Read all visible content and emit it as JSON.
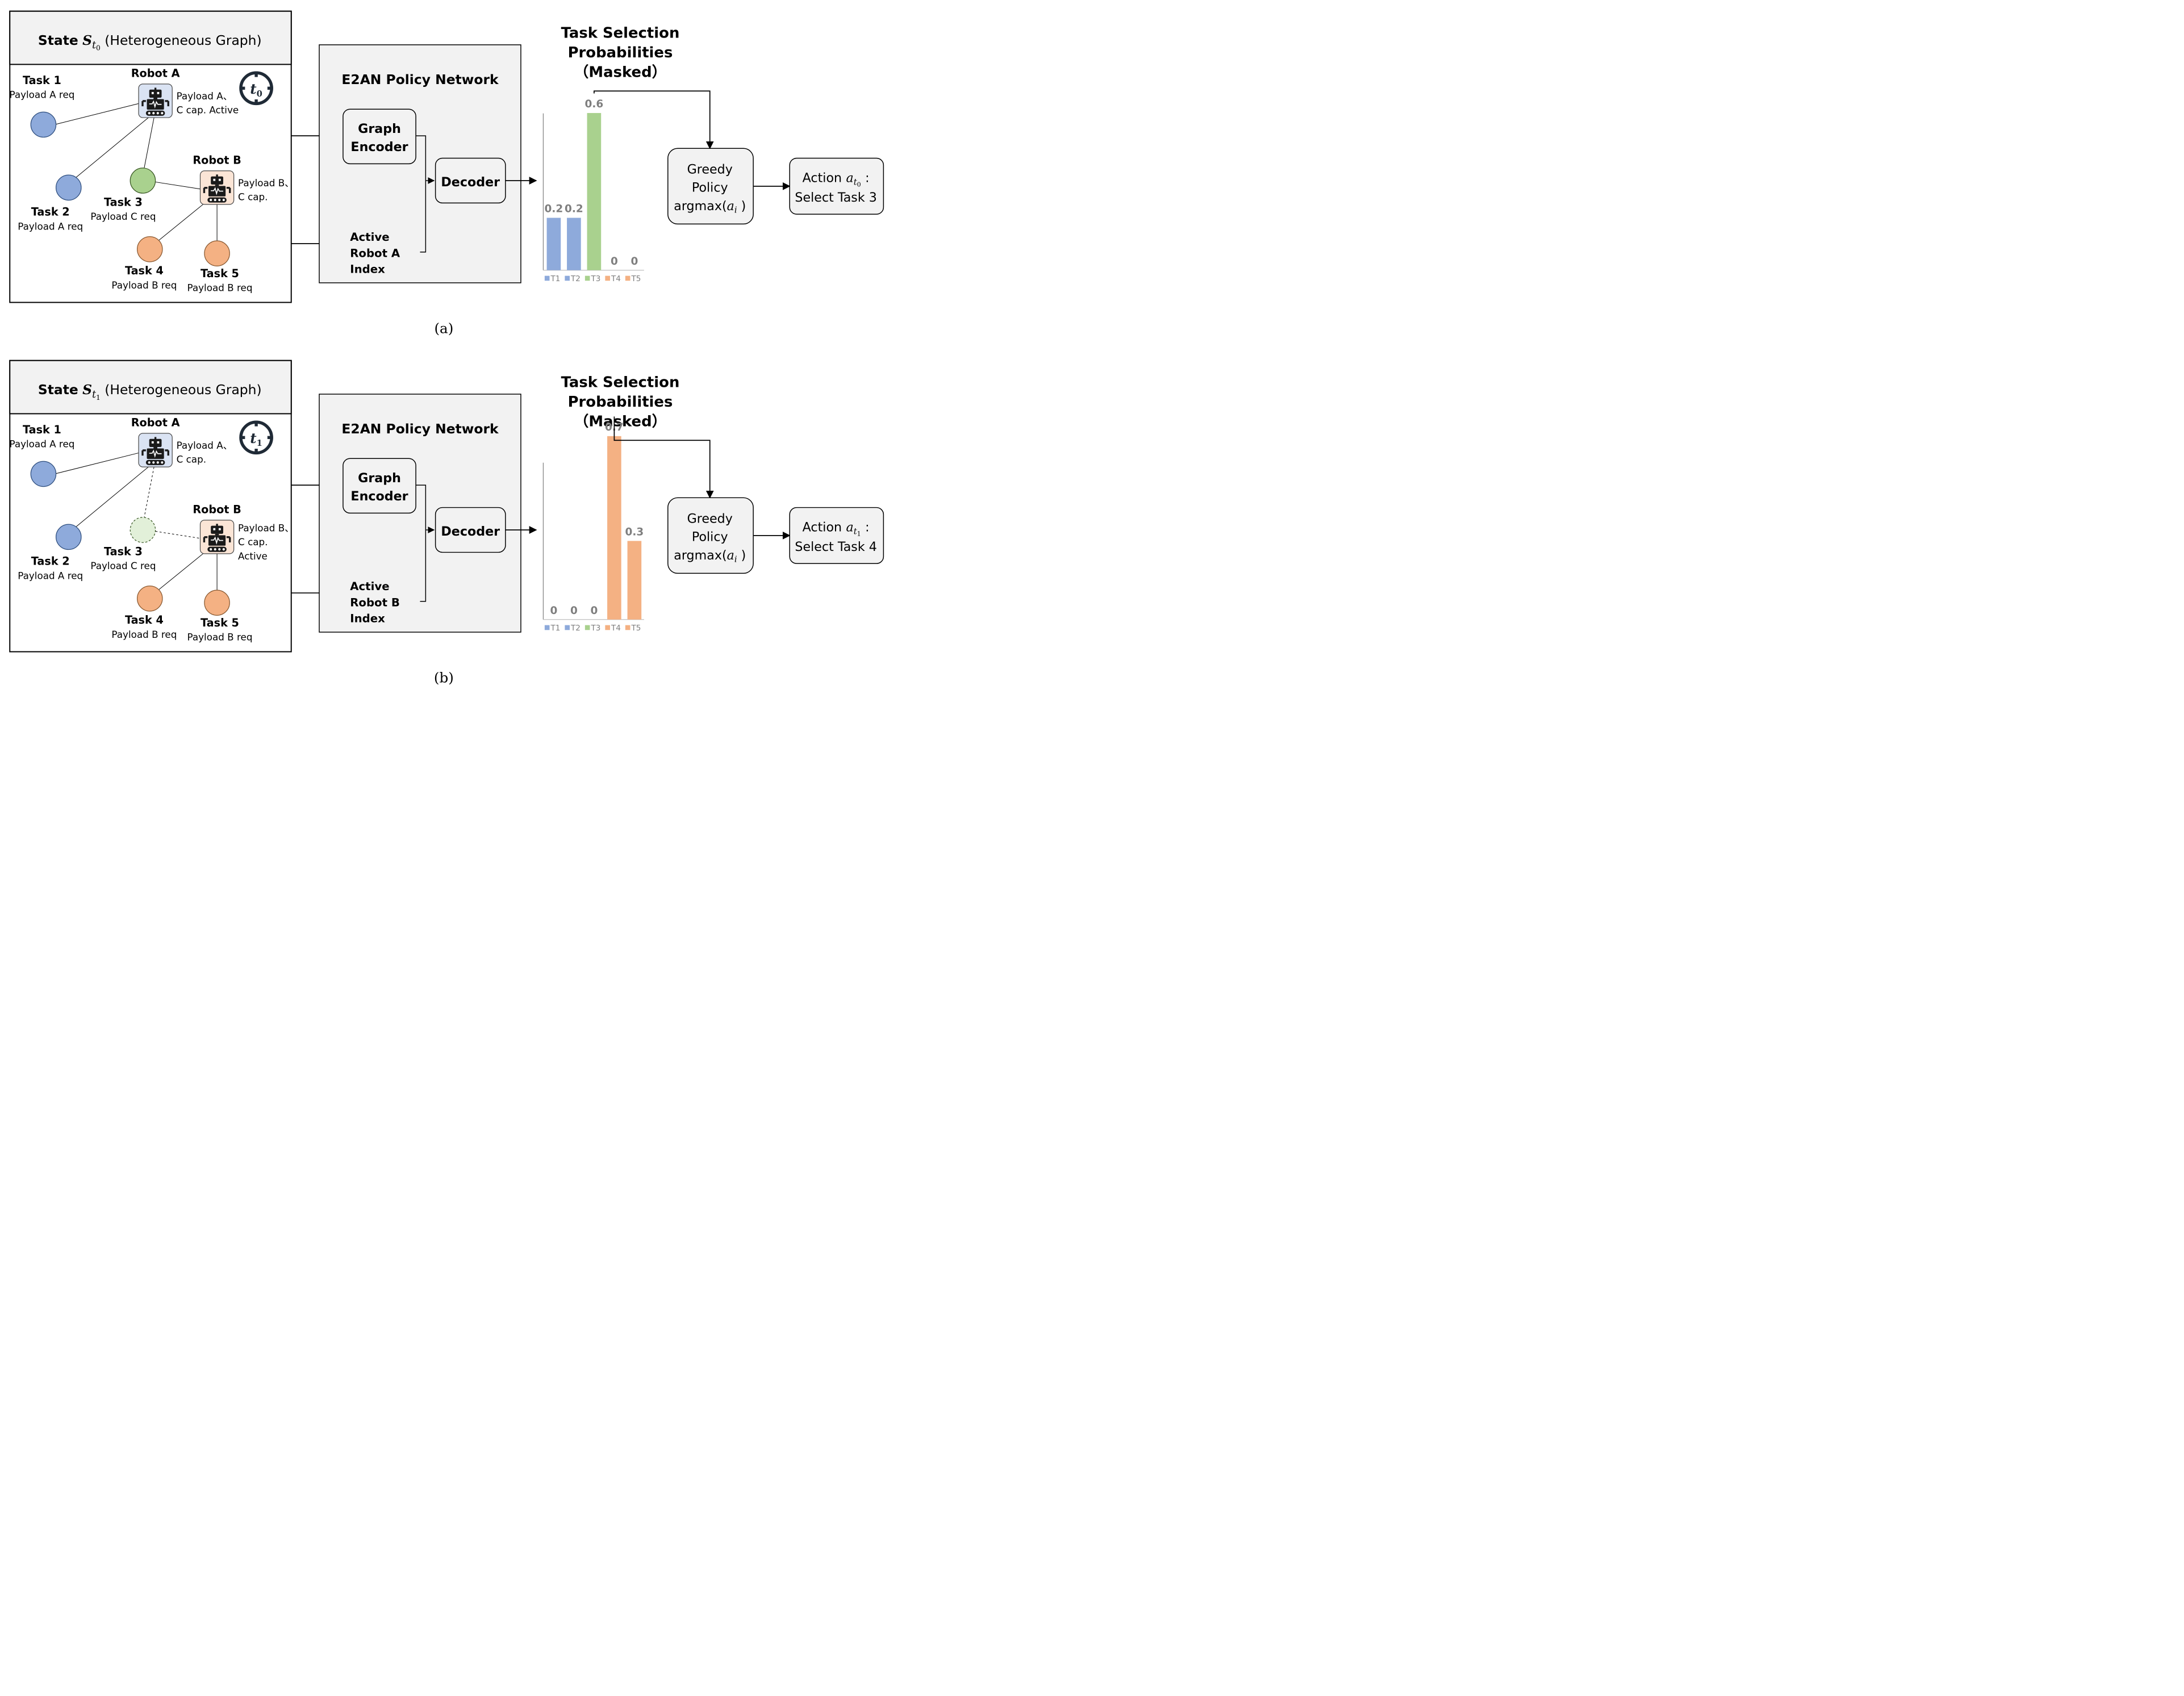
{
  "panels": [
    {
      "caption": "(a)",
      "state_header": {
        "prefix": "State",
        "symbol": "S",
        "sub": "t",
        "subsub": "0",
        "suffix": "(Heterogeneous Graph)"
      },
      "clock_label": {
        "symbol": "t",
        "sub": "0"
      },
      "robot_a": {
        "name": "Robot A",
        "caps": [
          "Payload A、",
          "C cap. Active"
        ]
      },
      "robot_b": {
        "name": "Robot B",
        "caps": [
          "Payload B、",
          "C cap."
        ]
      },
      "tasks": [
        {
          "name": "Task 1",
          "req": "Payload A req",
          "color": "#8eaadb"
        },
        {
          "name": "Task 2",
          "req": "Payload A req",
          "color": "#8eaadb"
        },
        {
          "name": "Task 3",
          "req": "Payload C req",
          "color": "#a9d18e"
        },
        {
          "name": "Task 4",
          "req": "Payload B req",
          "color": "#f4b183"
        },
        {
          "name": "Task 5",
          "req": "Payload B req",
          "color": "#f4b183"
        }
      ],
      "task3_masked": false,
      "policy": {
        "title": "E2AN Policy Network",
        "graph_encoder": [
          "Graph",
          "Encoder"
        ],
        "decoder": "Decoder",
        "active_index": [
          "Active",
          "Robot A",
          "Index"
        ]
      },
      "probs_title": [
        "Task Selection",
        "Probabilities",
        "（Masked）"
      ],
      "chart_data": {
        "type": "bar",
        "categories": [
          "T1",
          "T2",
          "T3",
          "T4",
          "T5"
        ],
        "values": [
          0.2,
          0.2,
          0.6,
          0,
          0
        ],
        "value_labels": [
          "0.2",
          "0.2",
          "0.6",
          "0",
          "0"
        ],
        "colors": [
          "#8eaadb",
          "#8eaadb",
          "#a9d18e",
          "#f4b183",
          "#f4b183"
        ],
        "ylim": [
          0,
          0.7
        ]
      },
      "greedy": [
        "Greedy",
        "Policy",
        "argmax(",
        "a",
        "i",
        " )"
      ],
      "action": {
        "word": "Action",
        "symbol": "a",
        "sub": "t",
        "subsub": "0",
        "colon": ":",
        "line2": "Select Task 3"
      }
    },
    {
      "caption": "(b)",
      "state_header": {
        "prefix": "State",
        "symbol": "S",
        "sub": "t",
        "subsub": "1",
        "suffix": "(Heterogeneous Graph)"
      },
      "clock_label": {
        "symbol": "t",
        "sub": "1"
      },
      "robot_a": {
        "name": "Robot A",
        "caps": [
          "Payload A、",
          "C cap."
        ]
      },
      "robot_b": {
        "name": "Robot B",
        "caps": [
          "Payload B、",
          "C cap.",
          "Active"
        ]
      },
      "tasks": [
        {
          "name": "Task 1",
          "req": "Payload A req",
          "color": "#8eaadb"
        },
        {
          "name": "Task 2",
          "req": "Payload A req",
          "color": "#8eaadb"
        },
        {
          "name": "Task 3",
          "req": "Payload C req",
          "color": "#e2f0d9"
        },
        {
          "name": "Task 4",
          "req": "Payload B req",
          "color": "#f4b183"
        },
        {
          "name": "Task 5",
          "req": "Payload B req",
          "color": "#f4b183"
        }
      ],
      "task3_masked": true,
      "policy": {
        "title": "E2AN Policy Network",
        "graph_encoder": [
          "Graph",
          "Encoder"
        ],
        "decoder": "Decoder",
        "active_index": [
          "Active",
          "Robot B",
          "Index"
        ]
      },
      "probs_title": [
        "Task Selection",
        "Probabilities",
        "（Masked）"
      ],
      "chart_data": {
        "type": "bar",
        "categories": [
          "T1",
          "T2",
          "T3",
          "T4",
          "T5"
        ],
        "values": [
          0,
          0,
          0,
          0.7,
          0.3
        ],
        "value_labels": [
          "0",
          "0",
          "0",
          "0.7",
          "0.3"
        ],
        "colors": [
          "#8eaadb",
          "#8eaadb",
          "#a9d18e",
          "#f4b183",
          "#f4b183"
        ],
        "ylim": [
          0,
          0.7
        ]
      },
      "greedy": [
        "Greedy",
        "Policy",
        "argmax(",
        "a",
        "i",
        " )"
      ],
      "action": {
        "word": "Action",
        "symbol": "a",
        "sub": "t",
        "subsub": "1",
        "colon": ":",
        "line2": "Select Task 4"
      }
    }
  ]
}
